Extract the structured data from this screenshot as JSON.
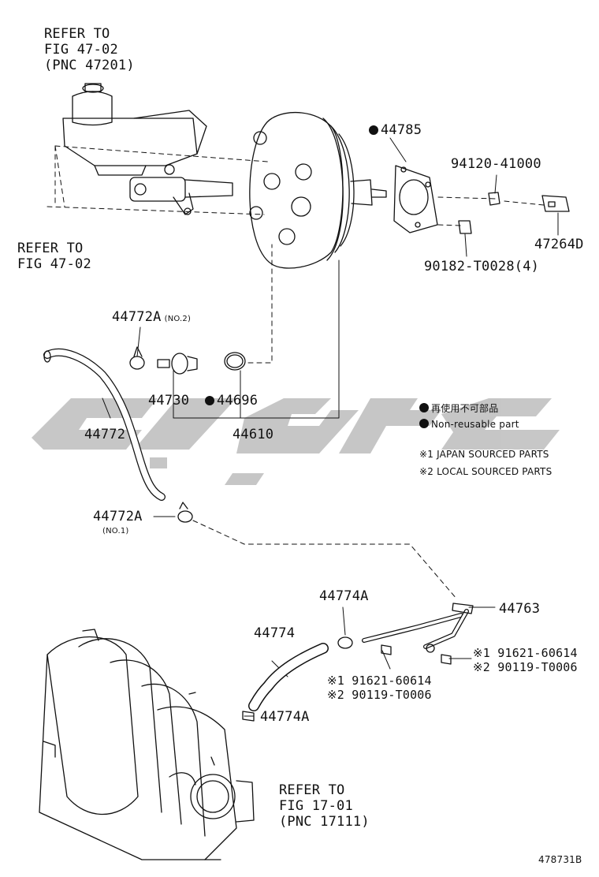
{
  "notes": {
    "refer_master_cyl": [
      "REFER TO",
      "FIG 47-02",
      "(PNC 47201)"
    ],
    "refer_left": [
      "REFER TO",
      "FIG 47-02"
    ],
    "refer_throttle": [
      "REFER TO",
      "FIG 17-01",
      "(PNC 17111)"
    ]
  },
  "parts": {
    "p44785": "44785",
    "p94120": "94120-41000",
    "p47264d": "47264D",
    "p90182": "90182-T0028(4)",
    "p44772a_top": "44772A",
    "p44772a_top_note": "(NO.2)",
    "p44730": "44730",
    "p44696": "44696",
    "p44772": "44772",
    "p44610": "44610",
    "p44772a_bottom": "44772A",
    "p44772a_bottom_note": "(NO.1)",
    "p44774a_top": "44774A",
    "p44763": "44763",
    "p44774": "44774",
    "p91621_right": "※1 91621-60614",
    "p90119_right": "※2 90119-T0006",
    "p91621_mid": "※1 91621-60614",
    "p90119_mid": "※2 90119-T0006",
    "p44774a_bottom": "44774A"
  },
  "legend": {
    "jp": "再使用不可部品",
    "en": "Non-reusable part",
    "note1": "※1 JAPAN SOURCED PARTS",
    "note2": "※2 LOCAL SOURCED PARTS"
  },
  "figure_number": "478731B",
  "colors": {
    "line": "#111111",
    "watermark": "#bdbdbd"
  }
}
